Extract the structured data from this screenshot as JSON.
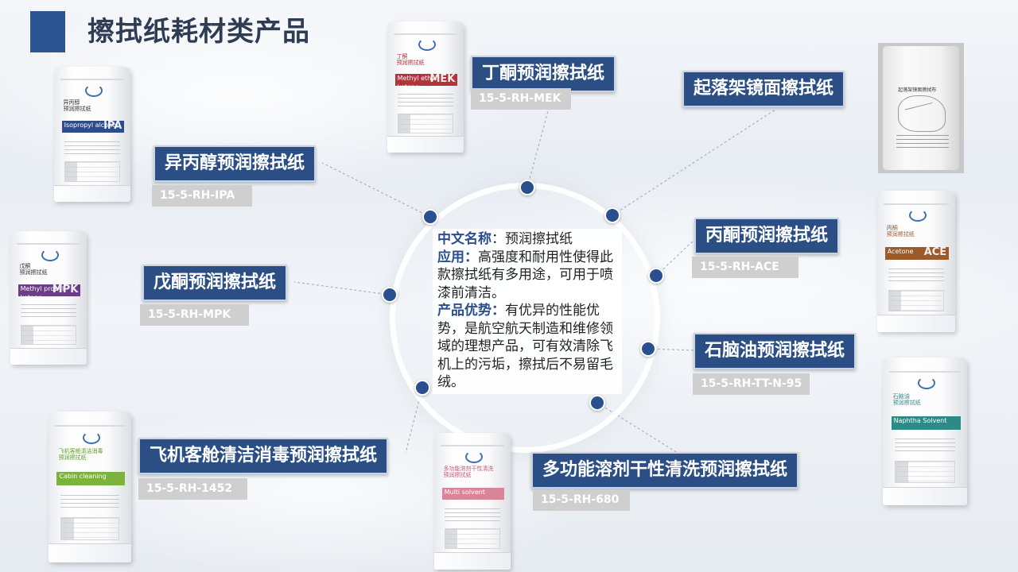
{
  "page": {
    "title": "擦拭纸耗材类产品"
  },
  "center": {
    "name_key": "中文名称",
    "name_value": "：预润擦拭纸",
    "use_key": "应用：",
    "use_value": "高强度和耐用性使得此款擦拭纸有多用途，可用于喷漆前清洁。",
    "adv_key": "产品优势：",
    "adv_value": "有优异的性能优势，是航空航天制造和维修领域的理想产品，可有效清除飞机上的污垢，擦拭后不易留毛绒。"
  },
  "products": [
    {
      "label": "丁酮预润擦拭纸",
      "code": "15-5-RH-MEK"
    },
    {
      "label": "起落架镜面擦拭纸",
      "code": ""
    },
    {
      "label": "异丙醇预润擦拭纸",
      "code": "15-5-RH-IPA"
    },
    {
      "label": "丙酮预润擦拭纸",
      "code": "15-5-RH-ACE"
    },
    {
      "label": "戊酮预润擦拭纸",
      "code": "15-5-RH-MPK"
    },
    {
      "label": "石脑油预润擦拭纸",
      "code": "15-5-RH-TT-N-95"
    },
    {
      "label": "飞机客舱清洁消毒预润擦拭纸",
      "code": "15-5-RH-1452"
    },
    {
      "label": "多功能溶剂干性清洗预润擦拭纸",
      "code": "15-5-RH-680"
    }
  ],
  "bags": [
    {
      "name": "异丙醇\n预润擦拭纸",
      "band_text": "Isopropyl alcohol",
      "band_tag": "IPA",
      "color": "#2f4c8a"
    },
    {
      "name": "丁酮\n预润擦拭纸",
      "band_text": "Methyl ethyl ketone",
      "band_tag": "MEK",
      "color": "#b3333a"
    },
    {
      "name": "戊酮\n预润擦拭纸",
      "band_text": "Methyl propyl ketone",
      "band_tag": "MPK",
      "color": "#6a3d86"
    },
    {
      "name": "飞机客舱清洁消毒\n预润擦拭纸",
      "band_text": "Cabin cleaning",
      "band_tag": "",
      "color": "#7bb33c"
    },
    {
      "name": "多功能溶剂干性清洗\n预润擦拭纸",
      "band_text": "Multi solvent",
      "band_tag": "",
      "color": "#d98597"
    },
    {
      "name": "丙酮\n预润擦拭纸",
      "band_text": "Acetone",
      "band_tag": "ACE",
      "color": "#9c5a2a"
    },
    {
      "name": "石脑油\n预润擦拭纸",
      "band_text": "Naphtha Solvent",
      "band_tag": "",
      "color": "#2e8a86"
    }
  ],
  "photo": {
    "caption": "起落架镜面擦拭布"
  },
  "colors": {
    "accent": "#2b4f85",
    "dot": "#2a4f8f",
    "code_bg": "#cfcfcf",
    "title": "#2e3d54"
  }
}
